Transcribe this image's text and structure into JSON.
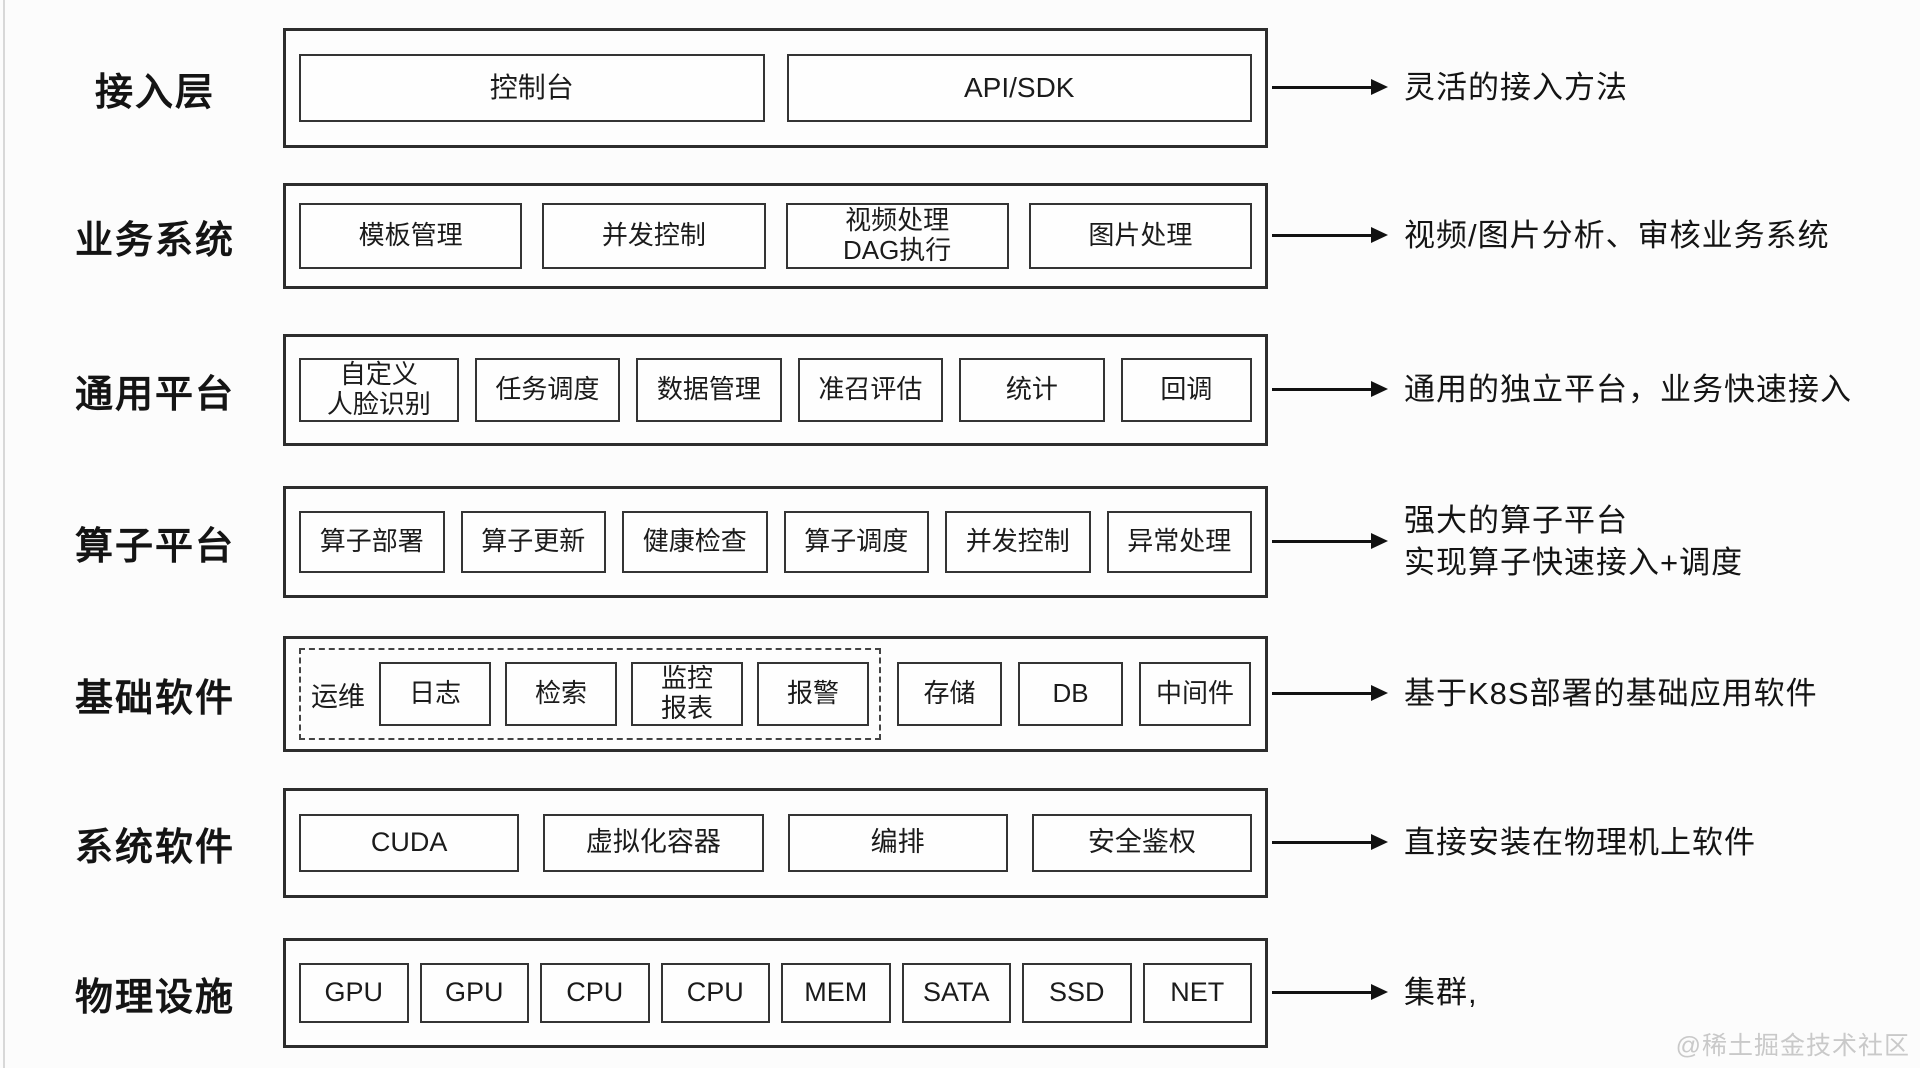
{
  "watermark": "@稀土掘金技术社区",
  "rows": [
    {
      "label": "接入层",
      "items": [
        "控制台",
        "API/SDK"
      ],
      "annotation": "灵活的接入方法"
    },
    {
      "label": "业务系统",
      "items": [
        "模板管理",
        "并发控制",
        "视频处理\nDAG执行",
        "图片处理"
      ],
      "annotation": "视频/图片分析、审核业务系统"
    },
    {
      "label": "通用平台",
      "items": [
        "自定义\n人脸识别",
        "任务调度",
        "数据管理",
        "准召评估",
        "统计",
        "回调"
      ],
      "annotation": "通用的独立平台，业务快速接入"
    },
    {
      "label": "算子平台",
      "items": [
        "算子部署",
        "算子更新",
        "健康检查",
        "算子调度",
        "并发控制",
        "异常处理"
      ],
      "annotation": "强大的算子平台\n实现算子快速接入+调度"
    },
    {
      "label": "基础软件",
      "ops_group": {
        "label": "运维",
        "items": [
          "日志",
          "检索",
          "监控\n报表",
          "报警"
        ]
      },
      "items": [
        "存储",
        "DB",
        "中间件"
      ],
      "annotation": "基于K8S部署的基础应用软件"
    },
    {
      "label": "系统软件",
      "items": [
        "CUDA",
        "虚拟化容器",
        "编排",
        "安全鉴权"
      ],
      "annotation": "直接安装在物理机上软件"
    },
    {
      "label": "物理设施",
      "items": [
        "GPU",
        "GPU",
        "CPU",
        "CPU",
        "MEM",
        "SATA",
        "SSD",
        "NET"
      ],
      "annotation": "集群,"
    }
  ]
}
